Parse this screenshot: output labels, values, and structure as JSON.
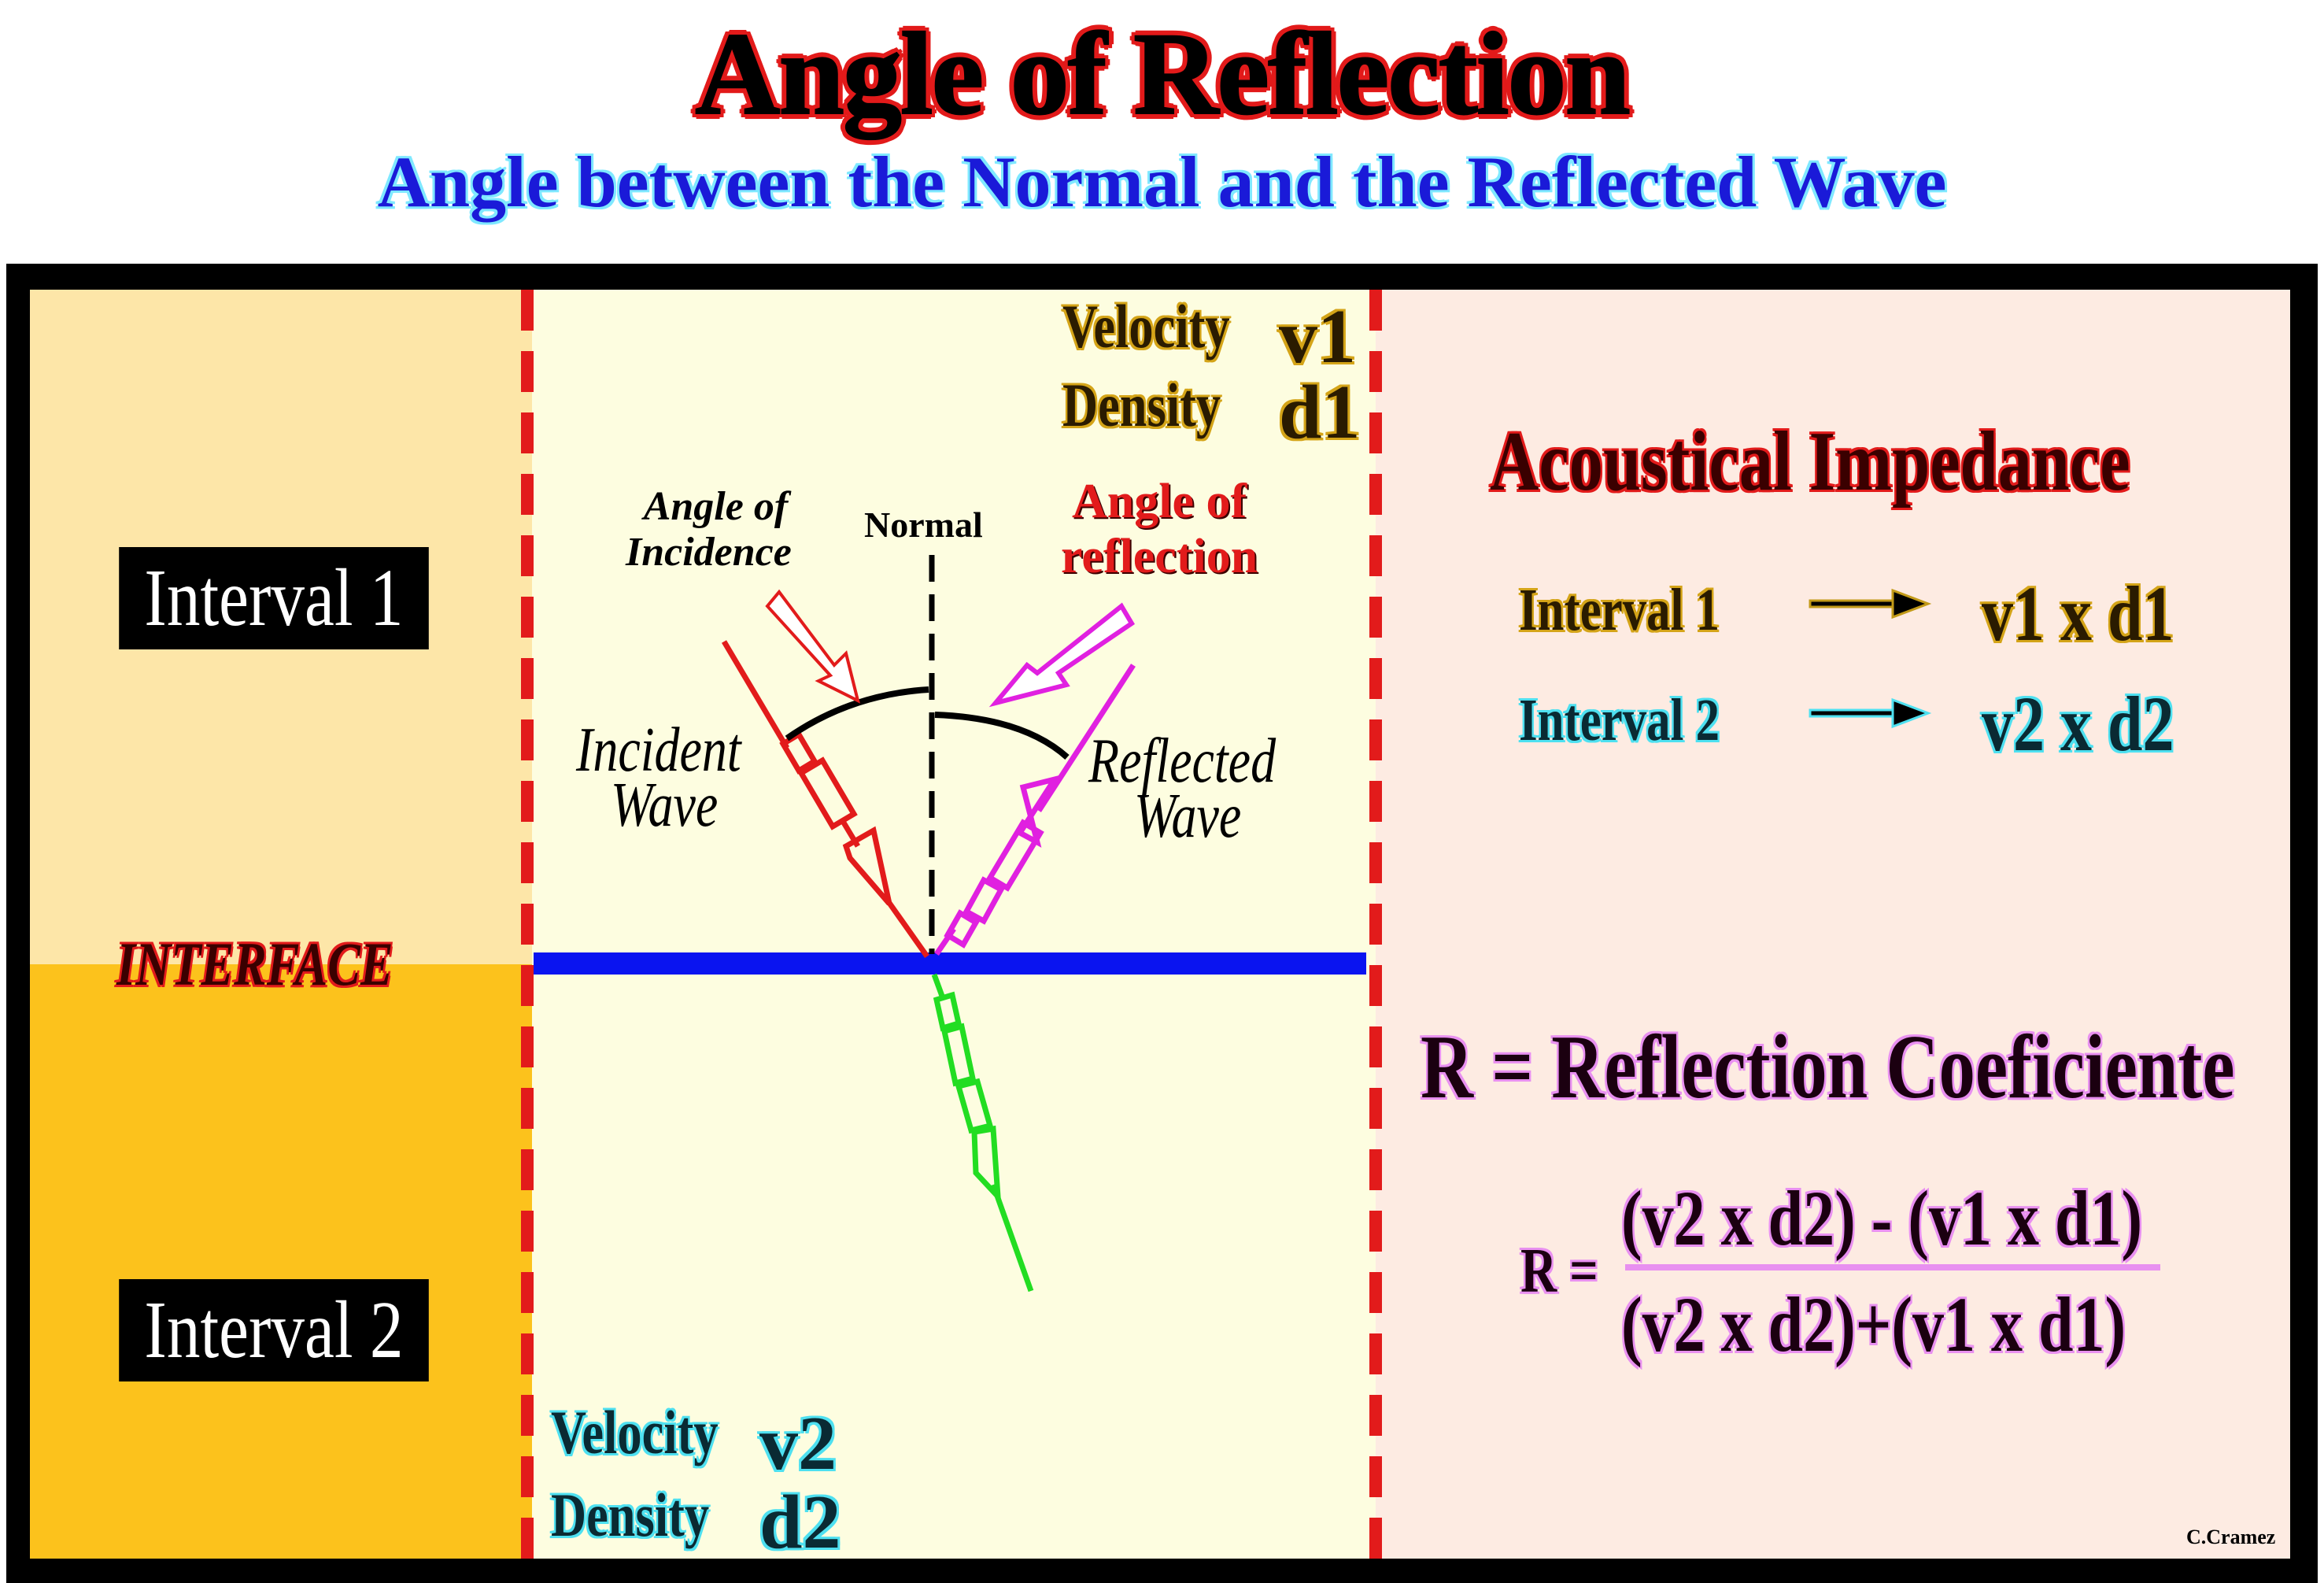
{
  "title": "Angle of Reflection",
  "subtitle": "Angle between the Normal and the Reflected Wave",
  "intervals": {
    "interval1": "Interval 1",
    "interval2": "Interval 2",
    "interface": "INTERFACE"
  },
  "medium1": {
    "velocity_label": "Velocity",
    "velocity_symbol": "v1",
    "density_label": "Density",
    "density_symbol": "d1"
  },
  "medium2": {
    "velocity_label": "Velocity",
    "velocity_symbol": "v2",
    "density_label": "Density",
    "density_symbol": "d2"
  },
  "labels": {
    "normal": "Normal",
    "angle_incidence_line1": "Angle of",
    "angle_incidence_line2": "Incidence",
    "angle_reflection_line1": "Angle of",
    "angle_reflection_line2": "reflection",
    "incident_line1": "Incident",
    "incident_line2": "Wave",
    "reflected_line1": "Reflected",
    "reflected_line2": "Wave"
  },
  "impedance": {
    "heading": "Acoustical Impedance",
    "row1_label": "Interval 1",
    "row1_formula": "v1 x d1",
    "row2_label": "Interval 2",
    "row2_formula": "v2 x d2"
  },
  "reflection": {
    "heading": "R = Reflection Coeficiente",
    "lhs": "R =",
    "numerator": "(v2 x d2) - (v1 x d1)",
    "denominator": "(v2 x d2)+(v1 x d1)"
  },
  "credit": "C.Cramez",
  "colors": {
    "interval1_bg": "#fde6a8",
    "interval2_bg": "#fcc21c",
    "center_bg": "#fdfde0",
    "right_bg": "#fdebe2",
    "interface_line": "#0a14f0",
    "dashed": "#e21b1b",
    "incident": "#e21b1b",
    "reflected": "#e020e0",
    "transmitted": "#22dd22"
  }
}
